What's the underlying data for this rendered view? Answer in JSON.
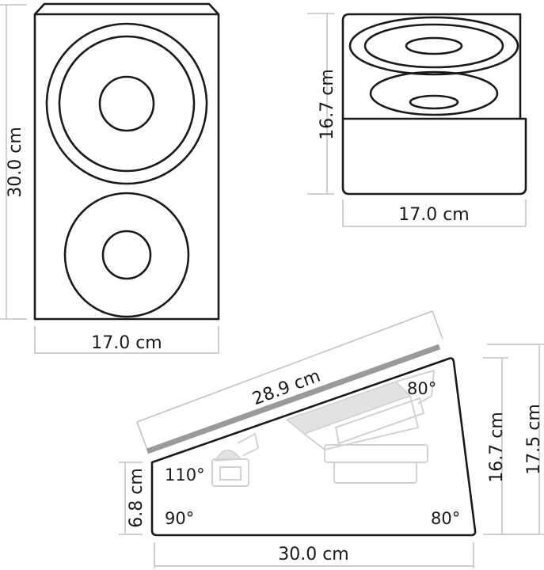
{
  "front_view": {
    "height_label": "30.0 cm",
    "width_label": "17.0 cm"
  },
  "top_view": {
    "height_label": "16.7 cm",
    "width_label": "17.0 cm"
  },
  "side_view": {
    "top_edge_label": "28.9 cm",
    "bottom_label": "30.0 cm",
    "left_height_label": "6.8 cm",
    "right_inner_height_label": "16.7 cm",
    "right_outer_height_label": "17.5 cm",
    "angle_top_left": "110°",
    "angle_top_right": "80°",
    "angle_bottom_left": "90°",
    "angle_bottom_right": "80°"
  },
  "colors": {
    "outline": "#1a1a1a",
    "dimension_line": "#c4c4c4",
    "baffle_bar": "#9a9a9a",
    "ghost_driver": "#d2d2d2"
  }
}
